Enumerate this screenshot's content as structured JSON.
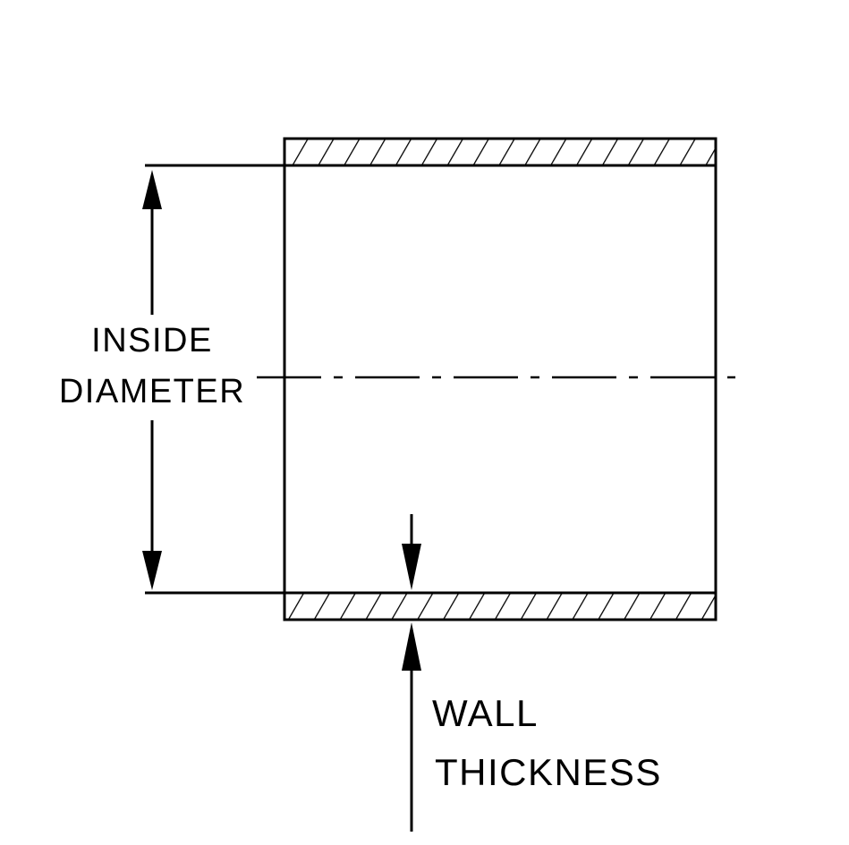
{
  "diagram": {
    "type": "technical-drawing-cross-section",
    "labels": {
      "inside_diameter_line1": "INSIDE",
      "inside_diameter_line2": "DIAMETER",
      "wall_thickness_line1": "WALL",
      "wall_thickness_line2": "THICKNESS"
    },
    "colors": {
      "ink": "#000000",
      "background": "#ffffff"
    }
  }
}
